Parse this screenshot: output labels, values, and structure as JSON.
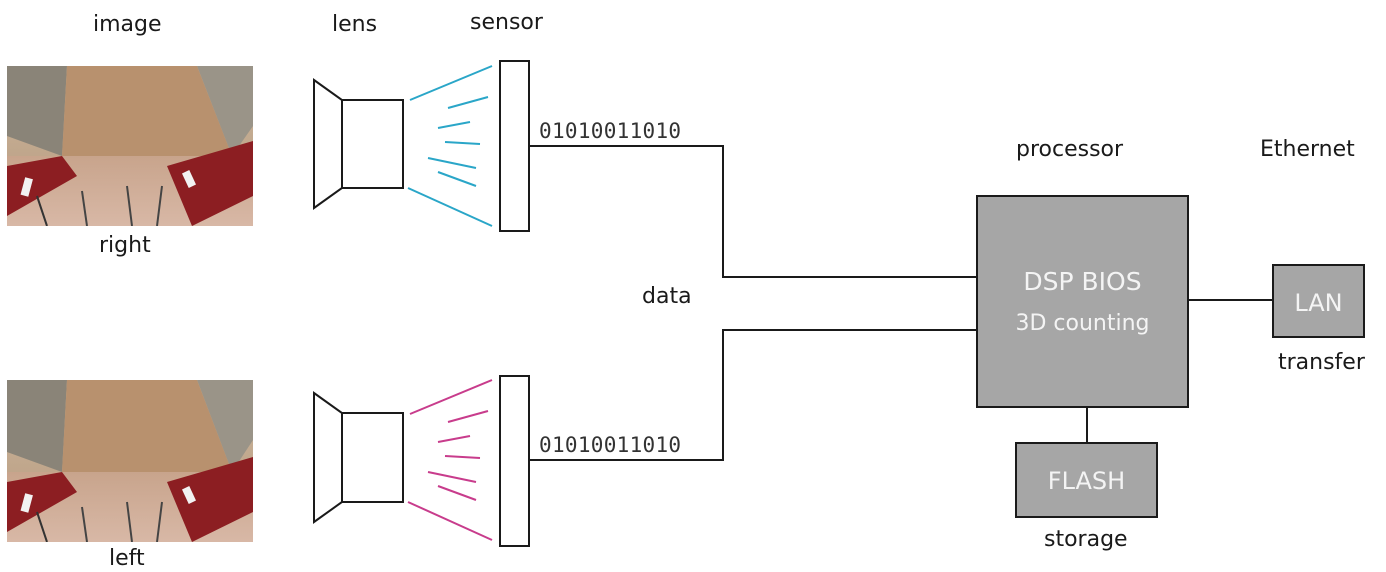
{
  "headers": {
    "image": "image",
    "lens": "lens",
    "sensor": "sensor",
    "processor": "processor",
    "ethernet": "Ethernet"
  },
  "cameras": [
    {
      "label": "right",
      "bits": "01010011010",
      "ray_color": "#2aa6c8"
    },
    {
      "label": "left",
      "bits": "01010011010",
      "ray_color": "#c83c8c"
    }
  ],
  "data_label": "data",
  "processor_box": {
    "line1": "DSP BIOS",
    "line2": "3D counting"
  },
  "flash_box": {
    "label": "FLASH",
    "caption": "storage"
  },
  "lan_box": {
    "label": "LAN",
    "caption": "transfer"
  },
  "colors": {
    "box_fill": "#a6a6a6",
    "line": "#1a1a1a"
  }
}
